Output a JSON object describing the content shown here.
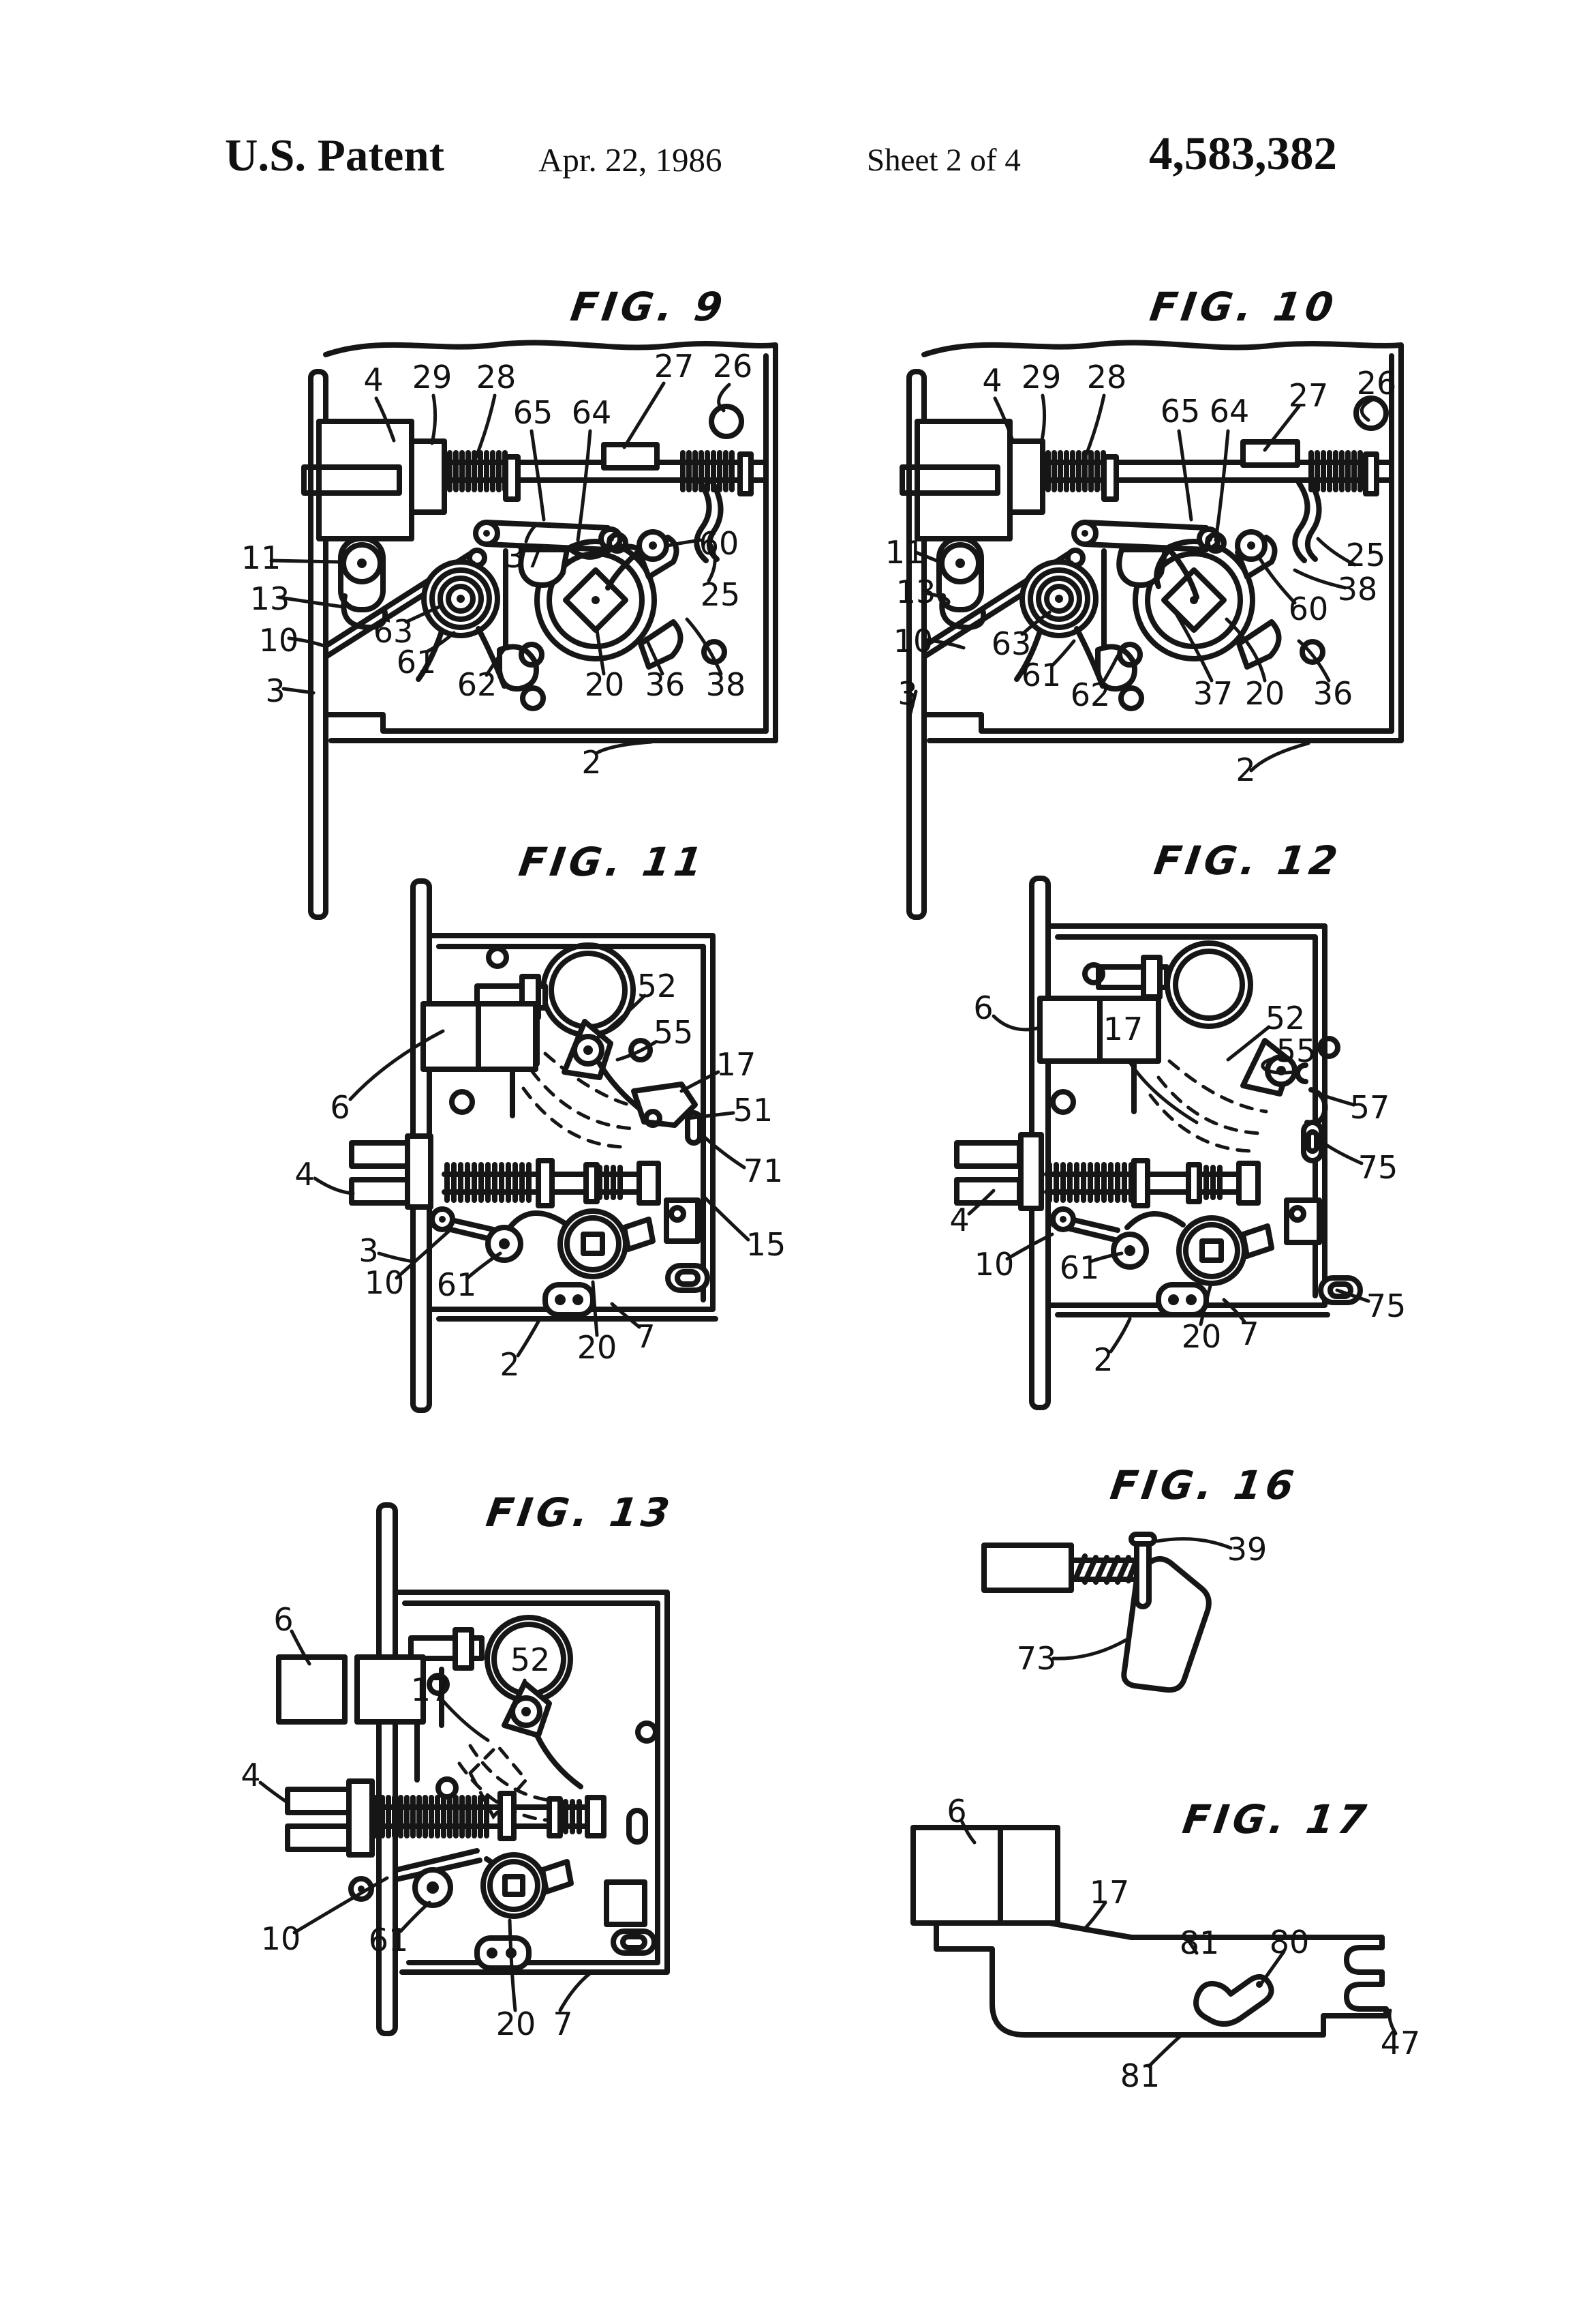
{
  "header": {
    "title": "U.S. Patent",
    "date": "Apr. 22, 1986",
    "sheet": "Sheet 2 of 4",
    "patent_number": "4,583,382"
  },
  "figures": {
    "fig9": {
      "title": "FIG. 9",
      "labels": [
        "4",
        "29",
        "28",
        "65",
        "64",
        "27",
        "26",
        "60",
        "37",
        "25",
        "11",
        "13",
        "10",
        "3",
        "63",
        "61",
        "62",
        "20",
        "36",
        "38",
        "2"
      ]
    },
    "fig10": {
      "title": "FIG. 10",
      "labels": [
        "4",
        "29",
        "28",
        "65",
        "64",
        "27",
        "26",
        "25",
        "38",
        "60",
        "11",
        "13",
        "10",
        "3",
        "63",
        "61",
        "62",
        "37",
        "20",
        "36",
        "2"
      ]
    },
    "fig11": {
      "title": "FIG. 11",
      "labels": [
        "52",
        "55",
        "17",
        "51",
        "71",
        "15",
        "6",
        "4",
        "3",
        "10",
        "61",
        "2",
        "20",
        "7"
      ]
    },
    "fig12": {
      "title": "FIG. 12",
      "labels": [
        "6",
        "17",
        "52",
        "55",
        "57",
        "75",
        "4",
        "10",
        "61",
        "75",
        "20",
        "7",
        "2"
      ]
    },
    "fig13": {
      "title": "FIG. 13",
      "labels": [
        "6",
        "52",
        "17",
        "4",
        "10",
        "61",
        "20",
        "7"
      ]
    },
    "fig16": {
      "title": "FIG. 16",
      "labels": [
        "39",
        "73"
      ]
    },
    "fig17": {
      "title": "FIG. 17",
      "labels": [
        "6",
        "17",
        "81",
        "80",
        "47",
        "81"
      ]
    }
  }
}
